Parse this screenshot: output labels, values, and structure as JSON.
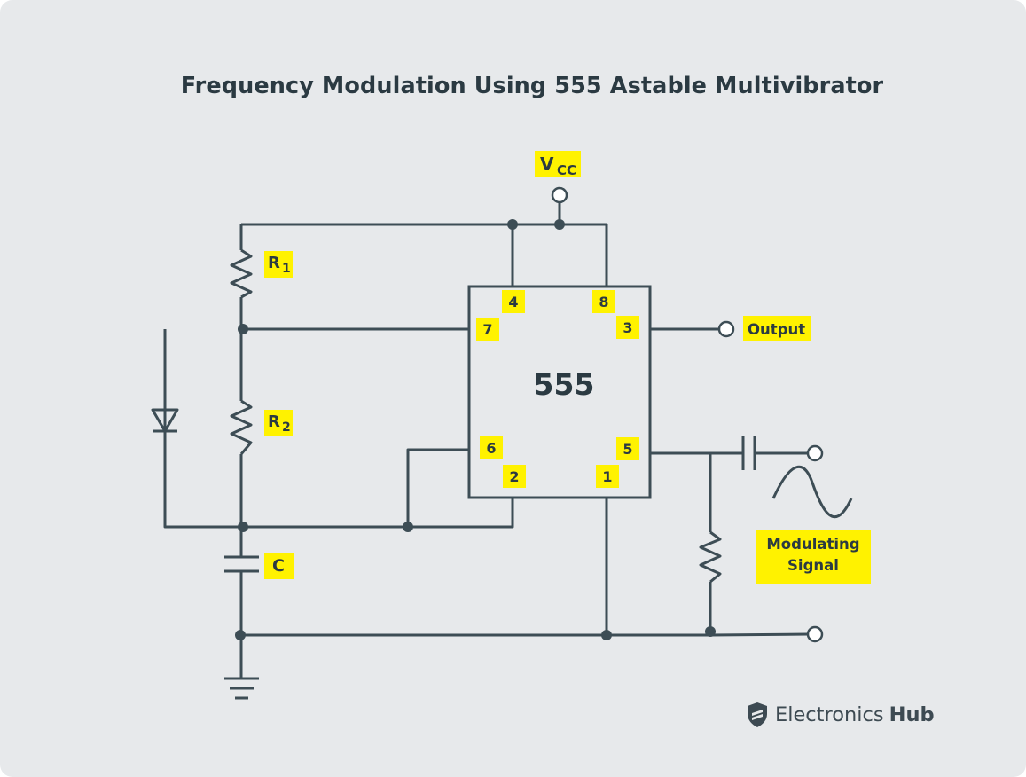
{
  "title": "Frequency Modulation Using 555 Astable Multivibrator",
  "ic": {
    "name": "555",
    "pins": [
      "4",
      "8",
      "7",
      "3",
      "6",
      "5",
      "2",
      "1"
    ]
  },
  "labels": {
    "vcc_main": "V",
    "vcc_sub": "CC",
    "r1_main": "R",
    "r1_sub": "1",
    "r2_main": "R",
    "r2_sub": "2",
    "capacitor": "C",
    "output": "Output",
    "modulating_line1": "Modulating",
    "modulating_line2": "Signal"
  },
  "brand": {
    "word1": "Electronics",
    "word2": "Hub",
    "logo_icon": "shield-logo-icon"
  },
  "colors": {
    "background": "#e7e9eb",
    "wire": "#3d4d55",
    "label_highlight": "#fff200",
    "text": "#2b3a42"
  }
}
